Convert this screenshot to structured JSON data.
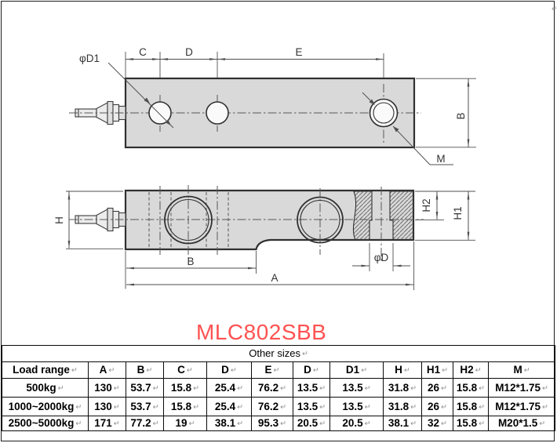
{
  "page": {
    "title": "MLC802SBB",
    "title_color": "#ff5252",
    "return_mark": "↵"
  },
  "drawing": {
    "labels": {
      "c": "C",
      "d": "D",
      "e": "E",
      "phi_d1": "φD1",
      "b_top": "B",
      "m": "M",
      "h": "H",
      "h2": "H2",
      "h1": "H1",
      "b_side": "B",
      "a": "A",
      "phi_d": "φD"
    },
    "body_fill": "#d9d9d9",
    "outline_color": "#303030",
    "dim_color": "#4f4f4f"
  },
  "table": {
    "title": "Other sizes",
    "columns": [
      "Load range",
      "A",
      "B",
      "C",
      "D",
      "E",
      "D",
      "D1",
      "H",
      "H1",
      "H2",
      "M"
    ],
    "rows": [
      [
        "500kg",
        "130",
        "53.7",
        "15.8",
        "25.4",
        "76.2",
        "13.5",
        "13.5",
        "31.8",
        "26",
        "15.8",
        "M12*1.75"
      ],
      [
        "1000~2000kg",
        "130",
        "53.7",
        "15.8",
        "25.4",
        "76.2",
        "13.5",
        "13.5",
        "31.8",
        "26",
        "15.8",
        "M12*1.75"
      ],
      [
        "2500~5000kg",
        "171",
        "77.2",
        "19",
        "38.1",
        "95.3",
        "20.5",
        "20.5",
        "38.1",
        "32",
        "15.8",
        "M20*1.5"
      ]
    ]
  }
}
